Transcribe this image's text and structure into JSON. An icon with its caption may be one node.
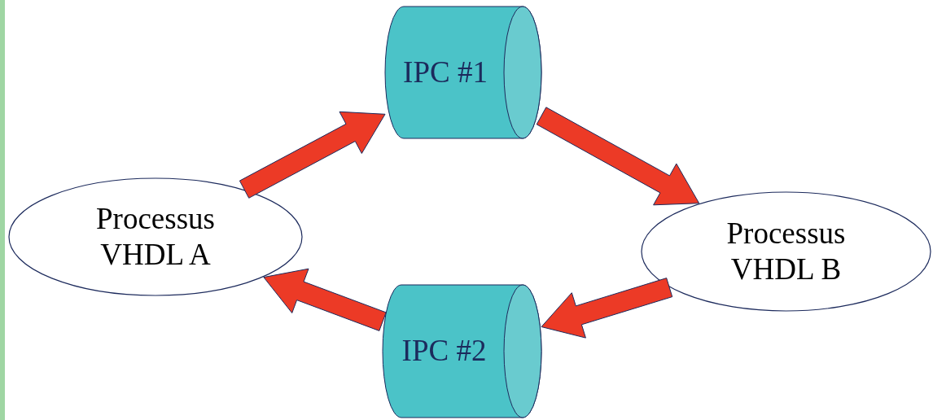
{
  "diagram": {
    "nodes": [
      {
        "text": [
          "IPC #1"
        ]
      },
      {
        "text": [
          "Processus VHDL A"
        ]
      },
      {
        "text": [
          "Processus VHDL B"
        ]
      },
      {
        "text": [
          "IPC #2"
        ]
      }
    ],
    "edges": [
      {
        "from": 1,
        "to": 0,
        "arrow": "to"
      },
      {
        "from": 0,
        "to": 2,
        "arrow": "to"
      },
      {
        "from": 2,
        "to": 3,
        "arrow": "to"
      },
      {
        "from": 3,
        "to": 1,
        "arrow": "to"
      }
    ]
  }
}
